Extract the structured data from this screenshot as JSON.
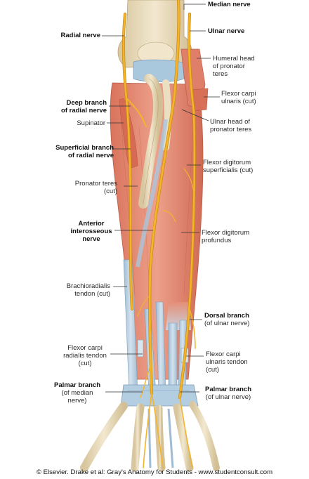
{
  "labels": {
    "median_nerve": [
      "Median nerve"
    ],
    "ulnar_nerve": [
      "Ulnar nerve"
    ],
    "radial_nerve": [
      "Radial nerve"
    ],
    "humeral_head": [
      "Humeral head",
      "of pronator",
      "teres"
    ],
    "deep_branch": [
      "Deep branch",
      "of radial nerve"
    ],
    "flexor_carpi_ulnaris_cut": [
      "Flexor carpi",
      "ulnaris (cut)"
    ],
    "supinator": [
      "Supinator"
    ],
    "ulnar_head": [
      "Ulnar head of",
      "pronator teres"
    ],
    "superficial_branch": [
      "Superficial branch",
      "of radial nerve"
    ],
    "fds": [
      "Flexor digitorum",
      "superficialis (cut)"
    ],
    "pronator_teres_cut": [
      "Pronator teres",
      "(cut)"
    ],
    "anterior_interosseous": [
      "Anterior",
      "interosseous",
      "nerve"
    ],
    "fdp": [
      "Flexor digitorum",
      "profundus"
    ],
    "brachioradialis": [
      "Brachioradialis",
      "tendon (cut)"
    ],
    "dorsal_branch": [
      "Dorsal branch",
      "(of ulnar nerve)"
    ],
    "fcr_tendon": [
      "Flexor carpi",
      "radialis tendon",
      "(cut)"
    ],
    "fcu_tendon": [
      "Flexor carpi",
      "ulnaris tendon",
      "(cut)"
    ],
    "palmar_branch_median": [
      "Palmar branch",
      "(of median",
      "nerve)"
    ],
    "palmar_branch_ulnar": [
      "Palmar branch",
      "(of ulnar nerve)"
    ]
  },
  "credit": "© Elsevier. Drake et al: Gray's Anatomy for Students - www.studentconsult.com",
  "colors": {
    "muscle": "#e58f78",
    "muscle_dark": "#c9654f",
    "bone": "#e9dcbc",
    "bone_shade": "#cdbb92",
    "nerve": "#f3b42c",
    "nerve_edge": "#c98a10",
    "tendon": "#b8d0e3",
    "tendon_edge": "#7f9fbb",
    "leader": "#333333"
  }
}
